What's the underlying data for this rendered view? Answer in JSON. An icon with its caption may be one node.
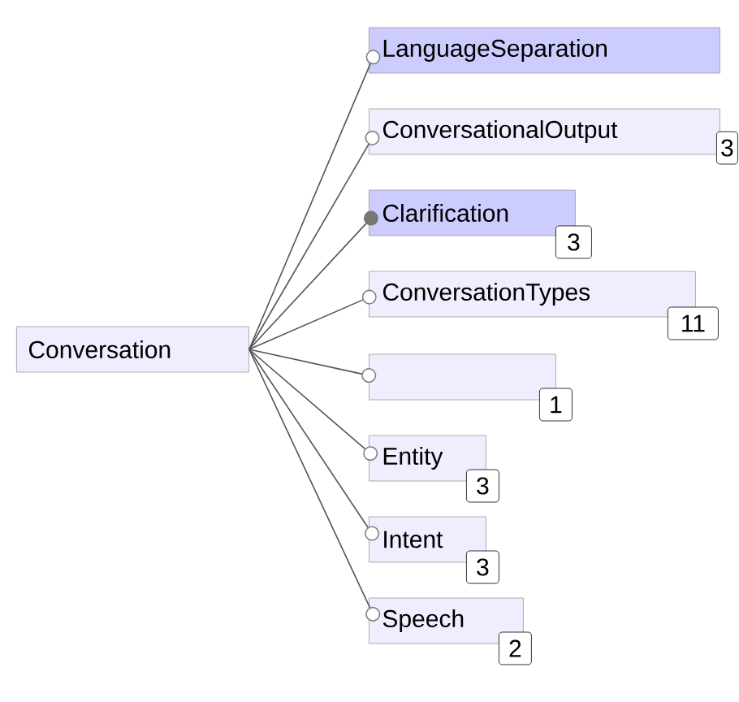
{
  "diagram": {
    "nodes": [
      {
        "text": [
          "Conversation"
        ]
      },
      {
        "text": [
          "LanguageSeparation"
        ]
      },
      {
        "text": [
          "ConversationalOutput"
        ],
        "beside": [
          "3"
        ]
      },
      {
        "text": [
          "Clarification"
        ],
        "beside": [
          "3"
        ]
      },
      {
        "text": [
          "ConversationTypes"
        ],
        "beside": [
          "11"
        ]
      },
      {
        "text": [],
        "shape": "box",
        "beside": [
          "1"
        ]
      },
      {
        "text": [
          "Entity"
        ],
        "beside": [
          "3"
        ]
      },
      {
        "text": [
          "Intent"
        ],
        "beside": [
          "3"
        ]
      },
      {
        "text": [
          "Speech"
        ],
        "beside": [
          "2"
        ]
      }
    ],
    "edges": [
      {
        "from": 0,
        "to": 1,
        "arrow": "other"
      },
      {
        "from": 0,
        "to": 2,
        "arrow": "other"
      },
      {
        "from": 0,
        "to": 3,
        "arrow": "other"
      },
      {
        "from": 0,
        "to": 4,
        "arrow": "other"
      },
      {
        "from": 0,
        "to": 5,
        "arrow": "other"
      },
      {
        "from": 0,
        "to": 6,
        "arrow": "other"
      },
      {
        "from": 0,
        "to": 7,
        "arrow": "other"
      },
      {
        "from": 0,
        "to": 8,
        "arrow": "other"
      }
    ]
  }
}
